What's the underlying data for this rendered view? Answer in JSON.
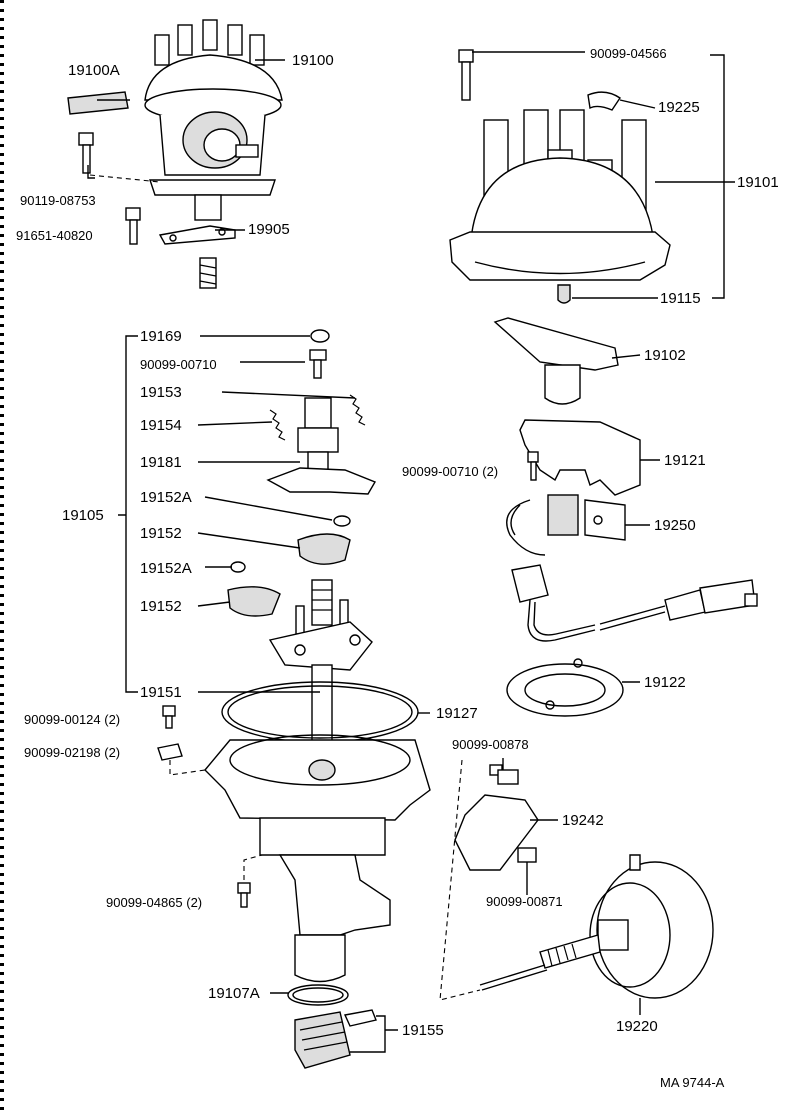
{
  "labels": {
    "p19100A": "19100A",
    "p19100": "19100",
    "p90119_08753": "90119-08753",
    "p91651_40820": "91651-40820",
    "p19905": "19905",
    "p90099_04566": "90099-04566",
    "p19225": "19225",
    "p19101": "19101",
    "p19115": "19115",
    "p19169": "19169",
    "p90099_00710a": "90099-00710",
    "p19153": "19153",
    "p19154": "19154",
    "p19181": "19181",
    "p19152A_1": "19152A",
    "p19105": "19105",
    "p19152_1": "19152",
    "p19152A_2": "19152A",
    "p19152_2": "19152",
    "p19151": "19151",
    "p19102": "19102",
    "p19121": "19121",
    "p90099_00710b": "90099-00710 (2)",
    "p19250": "19250",
    "p19122": "19122",
    "p90099_00124": "90099-00124 (2)",
    "p19127": "19127",
    "p90099_02198": "90099-02198 (2)",
    "p90099_00878": "90099-00878",
    "p19242": "19242",
    "p90099_00871": "90099-00871",
    "p90099_04865": "90099-04865 (2)",
    "p19107A": "19107A",
    "p19155": "19155",
    "p19220": "19220",
    "footer": "MA  9744-A"
  }
}
